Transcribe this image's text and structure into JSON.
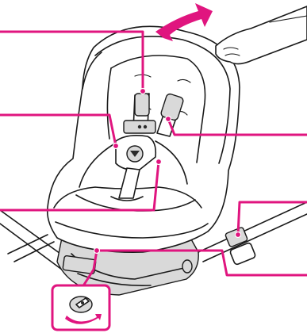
{
  "figure": {
    "subject": "child-car-seat",
    "colors": {
      "callout": "#e0157f",
      "line_art": "#1a1a1a",
      "shading": "#d9d9d9",
      "background": "#ffffff"
    },
    "callouts": [
      {
        "id": "shoulder-harness-slot",
        "target": "shoulder-strap-slot"
      },
      {
        "id": "buckle-release",
        "target": "harness-buckle"
      },
      {
        "id": "crotch-strap",
        "target": "crotch-strap"
      },
      {
        "id": "shoulder-pad",
        "target": "shoulder-pad"
      },
      {
        "id": "belt-lock",
        "target": "vehicle-belt-lock"
      },
      {
        "id": "seat-base",
        "target": "seat-base"
      }
    ],
    "icons": {
      "rotate": "curved-arrow-icon",
      "hand": "hand-icon",
      "adjuster_knob": "rotary-knob-icon"
    }
  }
}
